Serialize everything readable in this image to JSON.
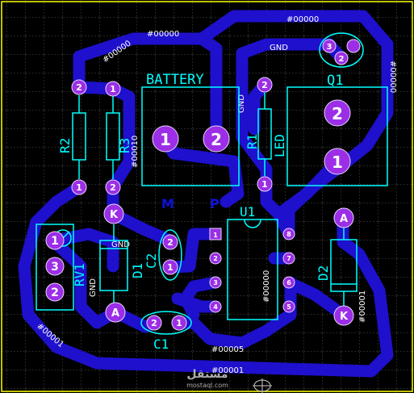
{
  "colors": {
    "background": "#000000",
    "grid": "#4a4a4a",
    "border": "#ffff00",
    "trace": "#1e10cc",
    "trace_label": "#ffffff",
    "silk": "#00ffff",
    "pad": "#9b2ee6",
    "pad_label": "#ffffff",
    "mirror": "#1010dd",
    "watermark": "#cccccc"
  },
  "components": {
    "battery": {
      "name": "BATTERY",
      "pin1": "1",
      "pin2": "2"
    },
    "q1": {
      "name": "Q1",
      "pin1": "1",
      "pin2": "2",
      "pin3": "3",
      "small2": "2"
    },
    "r1": {
      "name": "R1",
      "value": "LED",
      "pin1": "1",
      "pin2": "2"
    },
    "r2": {
      "name": "R2",
      "pin1": "1",
      "pin2": "2"
    },
    "r3": {
      "name": "R3",
      "pin1": "1",
      "pin2": "2"
    },
    "u1": {
      "name": "U1",
      "pins": [
        "1",
        "2",
        "3",
        "4",
        "5",
        "6",
        "7",
        "8"
      ]
    },
    "c1": {
      "name": "C1",
      "pin1": "1",
      "pin2": "2"
    },
    "c2": {
      "name": "C2",
      "pin1": "1",
      "pin2": "2"
    },
    "d1": {
      "name": "D1",
      "anode": "A",
      "cathode": "K"
    },
    "d2": {
      "name": "D2",
      "anode": "A",
      "cathode": "K"
    },
    "rv1": {
      "name": "RV1",
      "pin1": "1",
      "pin2": "2",
      "pin3": "3"
    }
  },
  "net_labels": {
    "n00000_a": "#00000",
    "n00000_b": "#00000",
    "n00000_c": "#00000",
    "n00000_d": "#00000",
    "n00000_e": "#00000",
    "n00010": "#00010",
    "n00005": "#00005",
    "n00001_a": "#00001",
    "n00001_b": "#00001",
    "n00001_c": "#00001",
    "gnd_a": "GND",
    "gnd_b": "GND",
    "gnd_c": "GND",
    "gnd_d": "GND"
  },
  "mirror_marks": {
    "left": "M",
    "right": "P"
  },
  "watermark": {
    "logo": "مستقل",
    "site": "mostaql.com"
  }
}
